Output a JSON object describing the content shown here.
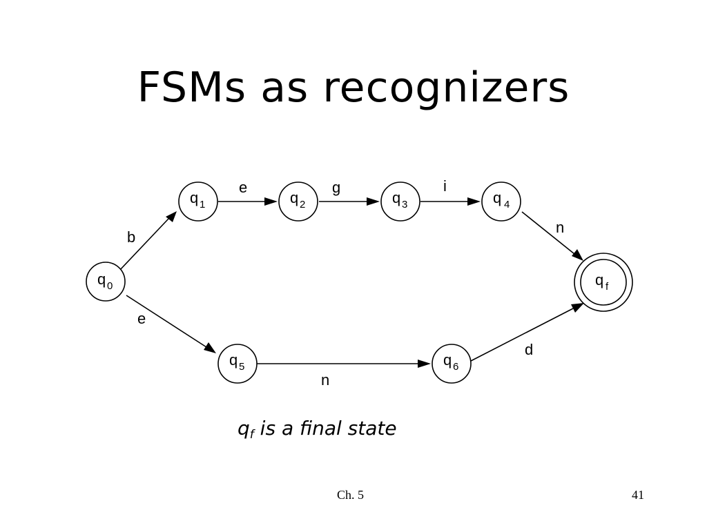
{
  "slide": {
    "title": "FSMs as recognizers",
    "caption": {
      "symbol": "q",
      "subscript": "f",
      "text": " is a final state"
    },
    "footer": {
      "chapter": "Ch. 5",
      "page_number": "41"
    }
  },
  "diagram": {
    "states": [
      {
        "id": "q0",
        "label": "q",
        "sub": "0",
        "final": false
      },
      {
        "id": "q1",
        "label": "q",
        "sub": "1",
        "final": false
      },
      {
        "id": "q2",
        "label": "q",
        "sub": "2",
        "final": false
      },
      {
        "id": "q3",
        "label": "q",
        "sub": "3",
        "final": false
      },
      {
        "id": "q4",
        "label": "q",
        "sub": "4",
        "final": false
      },
      {
        "id": "q5",
        "label": "q",
        "sub": "5",
        "final": false
      },
      {
        "id": "q6",
        "label": "q",
        "sub": "6",
        "final": false
      },
      {
        "id": "qf",
        "label": "q",
        "sub": "f",
        "final": true
      }
    ],
    "transitions": [
      {
        "from": "q0",
        "to": "q1",
        "symbol": "b"
      },
      {
        "from": "q1",
        "to": "q2",
        "symbol": "e"
      },
      {
        "from": "q2",
        "to": "q3",
        "symbol": "g"
      },
      {
        "from": "q3",
        "to": "q4",
        "symbol": "i"
      },
      {
        "from": "q4",
        "to": "qf",
        "symbol": "n"
      },
      {
        "from": "q0",
        "to": "q5",
        "symbol": "e"
      },
      {
        "from": "q5",
        "to": "q6",
        "symbol": "n"
      },
      {
        "from": "q6",
        "to": "qf",
        "symbol": "d"
      }
    ]
  }
}
